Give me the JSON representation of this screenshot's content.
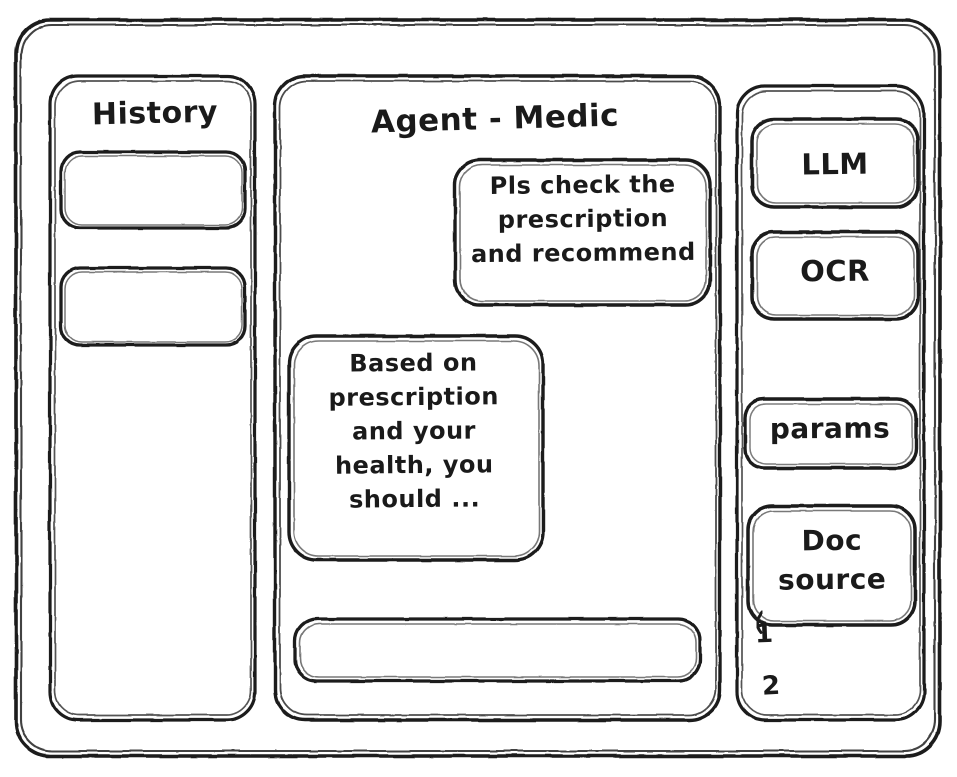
{
  "app": {
    "style": "hand-drawn-wireframe",
    "ink_color": "#1a1a1a",
    "background_color": "#ffffff"
  },
  "sidebar_left": {
    "title": "History",
    "items": [
      {
        "label": ""
      },
      {
        "label": ""
      }
    ]
  },
  "main": {
    "title": "Agent - Medic",
    "messages": [
      {
        "role": "user",
        "align": "right",
        "text": "Pls check the\nprescription\nand recommend"
      },
      {
        "role": "assistant",
        "align": "left",
        "text": "Based on\nprescription\nand your\nhealth, you\nshould ..."
      }
    ],
    "composer": {
      "value": "",
      "placeholder": ""
    }
  },
  "sidebar_right": {
    "chips": [
      {
        "label": "LLM"
      },
      {
        "label": "OCR"
      },
      {
        "label": "params"
      }
    ],
    "doc_source": {
      "label": "Doc\nsource",
      "markers": [
        {
          "label": "1"
        },
        {
          "label": "2"
        }
      ]
    }
  }
}
